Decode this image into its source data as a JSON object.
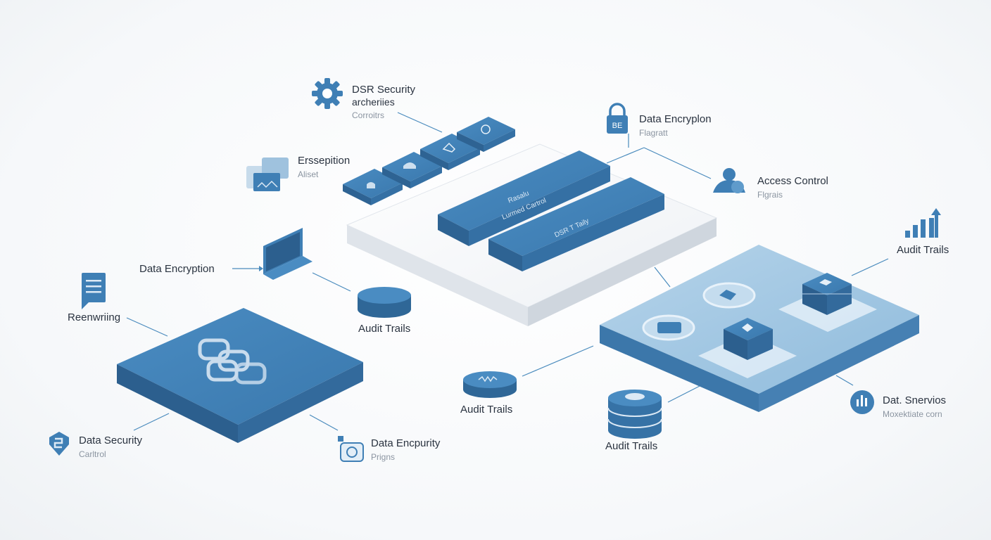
{
  "colors": {
    "primary": "#3f7fb5",
    "primary_dark": "#2c5f8e",
    "primary_light": "#a8cbe6",
    "platform_white": "#f3f5f8",
    "connector": "#4a8bbd",
    "text": "#2a3340",
    "muted": "#8b95a1"
  },
  "labels": {
    "dsr_security": {
      "title": "DSR Security",
      "line2": "archeriies",
      "sub": "Corroitrs"
    },
    "ersseption": {
      "title": "Erssepition",
      "sub": "Aliset"
    },
    "data_encryption_top": {
      "title": "Data Encryplon",
      "sub": "Flagratt"
    },
    "access_control": {
      "title": "Access Control",
      "sub": "Flgrais"
    },
    "audit_trails_right": {
      "title": "Audit Trails"
    },
    "data_encryption_left": {
      "title": "Data Encryption"
    },
    "reenwriting": {
      "title": "Reenwriing"
    },
    "audit_trails_center": {
      "title": "Audit Trails"
    },
    "audit_trails_bottom": {
      "title": "Audit Trails"
    },
    "audit_trails_db": {
      "title": "Audit Trails"
    },
    "data_services": {
      "title": "Dat. Snervios",
      "sub": "Moxektiate corn"
    },
    "data_security": {
      "title": "Data Security",
      "sub": "Carltrol"
    },
    "data_encrypurity": {
      "title": "Data Encpurity",
      "sub": "Prigns"
    }
  },
  "platform_text": {
    "bar1_line1": "Rasalu",
    "bar1_line2": "Lurmed Cartrol",
    "bar2": "DSR T Taily"
  },
  "icons": [
    "gear-icon",
    "lock-icon",
    "user-shield-icon",
    "bar-chart-icon",
    "laptop-icon",
    "document-icon",
    "image-stack-icon",
    "shield-s-icon",
    "camera-lock-icon",
    "chart-circle-icon",
    "database-icon",
    "link-icon"
  ]
}
